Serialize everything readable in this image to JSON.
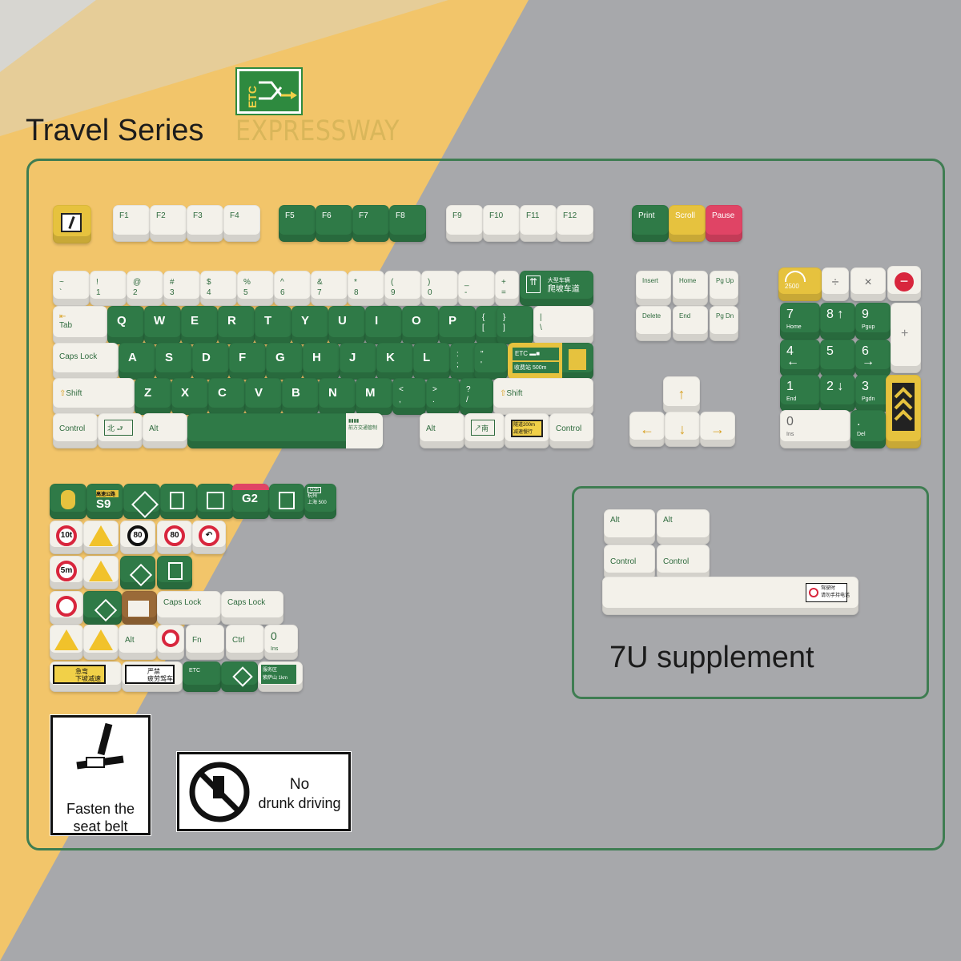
{
  "header": {
    "title": "Travel Series",
    "brand": "EXPRESSWAY",
    "logo_text": "ETC"
  },
  "colors": {
    "background_gray": "#a7a8ab",
    "background_yellow": "#f2c56a",
    "frame_green": "#3f7d52",
    "key_green": "#2f7a47",
    "key_white": "#f3f1ea",
    "key_yellow": "#e6c23e",
    "key_red": "#e04465",
    "brand_gold": "#d9b65a"
  },
  "keyboard": {
    "function_row": [
      "F1",
      "F2",
      "F3",
      "F4",
      "F5",
      "F6",
      "F7",
      "F8",
      "F9",
      "F10",
      "F11",
      "F12"
    ],
    "system_keys": [
      "Print",
      "Scroll",
      "Pause"
    ],
    "number_row": [
      {
        "top": "~",
        "bottom": "`"
      },
      {
        "top": "!",
        "bottom": "1"
      },
      {
        "top": "@",
        "bottom": "2"
      },
      {
        "top": "#",
        "bottom": "3"
      },
      {
        "top": "$",
        "bottom": "4"
      },
      {
        "top": "%",
        "bottom": "5"
      },
      {
        "top": "^",
        "bottom": "6"
      },
      {
        "top": "&",
        "bottom": "7"
      },
      {
        "top": "*",
        "bottom": "8"
      },
      {
        "top": "(",
        "bottom": "9"
      },
      {
        "top": ")",
        "bottom": "0"
      },
      {
        "top": "_",
        "bottom": "-"
      },
      {
        "top": "+",
        "bottom": "="
      }
    ],
    "backspace_sign": {
      "line1": "大型车辆",
      "line2": "爬坡车道"
    },
    "row_q": [
      "Q",
      "W",
      "E",
      "R",
      "T",
      "Y",
      "U",
      "I",
      "O",
      "P"
    ],
    "row_q_brackets": [
      {
        "top": "{",
        "bottom": "["
      },
      {
        "top": "}",
        "bottom": "]"
      },
      {
        "top": "|",
        "bottom": "\\"
      }
    ],
    "tab_label": "Tab",
    "caps_label": "Caps Lock",
    "row_a": [
      "A",
      "S",
      "D",
      "F",
      "G",
      "H",
      "J",
      "K",
      "L"
    ],
    "row_a_punct": [
      {
        "top": ":",
        "bottom": ";"
      },
      {
        "top": "\"",
        "bottom": "'"
      }
    ],
    "enter_sign": {
      "badge": "ETC",
      "line1": "收费站",
      "line2": "500m"
    },
    "shift_label": "Shift",
    "row_z": [
      "Z",
      "X",
      "C",
      "V",
      "B",
      "N",
      "M"
    ],
    "row_z_punct": [
      {
        "top": "<",
        "bottom": ","
      },
      {
        "top": ">",
        "bottom": "."
      },
      {
        "top": "?",
        "bottom": "/"
      }
    ],
    "bottom_row": {
      "control": "Control",
      "win_sign": "北",
      "alt": "Alt",
      "space_sign": "前方交通管制",
      "alt_right": "Alt",
      "menu_sign": "南",
      "fn_sign": {
        "line1": "隧道200m",
        "line2": "减速慢行"
      },
      "control_right": "Control"
    },
    "nav_cluster": [
      "Insert",
      "Home",
      "Pg Up",
      "Delete",
      "End",
      "Pg Dn"
    ],
    "arrows": {
      "up": "↑",
      "left": "←",
      "down": "↓",
      "right": "→"
    },
    "numpad": {
      "top_row": [
        "2500",
        "÷",
        "×",
        "−"
      ],
      "keys": [
        {
          "num": "7",
          "sub": "Home"
        },
        {
          "num": "8",
          "sub": "↑"
        },
        {
          "num": "9",
          "sub": "Pgup"
        },
        {
          "num": "4",
          "sub": "←"
        },
        {
          "num": "5",
          "sub": ""
        },
        {
          "num": "6",
          "sub": "→"
        },
        {
          "num": "1",
          "sub": "End"
        },
        {
          "num": "2",
          "sub": "↓"
        },
        {
          "num": "3",
          "sub": "Pgdn"
        }
      ],
      "plus": "+",
      "zero": {
        "num": "0",
        "sub": "Ins"
      },
      "del": {
        "num": ".",
        "sub": "Del"
      }
    }
  },
  "extras": {
    "row1": [
      "",
      "S9",
      "",
      "",
      "",
      "G2",
      "",
      "G15"
    ],
    "row1_sub": {
      "s9_tag": "高速公路",
      "g15_line1": "杭州",
      "g15_line2": "上海 500"
    },
    "speed_signs": [
      "10t",
      "",
      "80",
      "80",
      ""
    ],
    "small_signs": [
      "5m",
      "",
      "",
      "",
      ""
    ],
    "caps_lock_1": "Caps Lock",
    "caps_lock_2": "Caps Lock",
    "row4_labels": [
      "",
      "",
      "Alt",
      "",
      "Fn",
      "Ctrl",
      "0"
    ],
    "zero_sub": "Ins",
    "bottom_row": [
      {
        "line1": "急弯",
        "line2": "下坡减速"
      },
      {
        "line1": "严禁",
        "line2": "疲劳驾车"
      },
      {
        "line1": "ETC"
      },
      {
        "line1": ""
      },
      {
        "line1": "服务区",
        "line2": "紫萨山 1km"
      }
    ]
  },
  "signs": {
    "seat_belt": "Fasten the seat belt",
    "no_drunk_1": "No",
    "no_drunk_2": "drunk driving"
  },
  "supplement": {
    "keys": [
      "Alt",
      "Alt",
      "Control",
      "Control"
    ],
    "spacebar_sign": {
      "line1": "驾驶时",
      "line2": "请勿手持电话"
    },
    "label": "7U supplement"
  }
}
